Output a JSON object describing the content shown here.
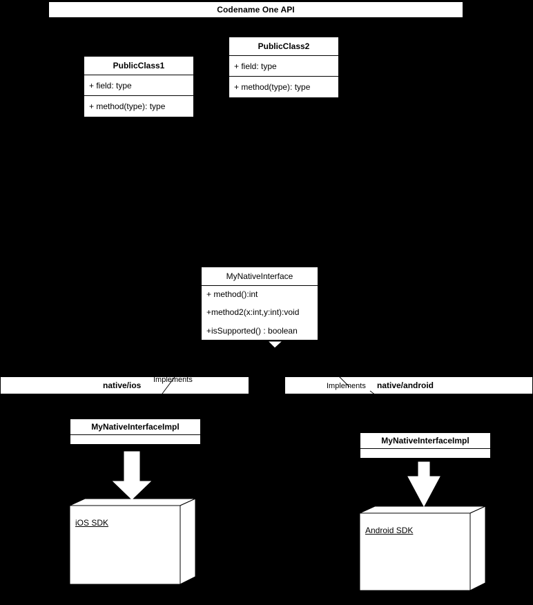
{
  "diagram": {
    "title": "Codename One API",
    "background_color": "#000000",
    "shape_fill": "#ffffff",
    "stroke_color": "#000000"
  },
  "banner": {
    "label": "Codename One API"
  },
  "public_class_1": {
    "title": "PublicClass1",
    "field": "+ field: type",
    "method": "+ method(type): type"
  },
  "public_class_2": {
    "title": "PublicClass2",
    "field": "+ field: type",
    "method": "+ method(type): type"
  },
  "native_interface": {
    "title": "MyNativeInterface",
    "methods": [
      "+ method():int",
      "+method2(x:int,y:int):void",
      "+isSupported() : boolean"
    ]
  },
  "ios_package": {
    "label": "native/ios",
    "implements_label": "Implements"
  },
  "android_package": {
    "label": "native/android",
    "implements_label": "Implements"
  },
  "ios_impl": {
    "title": "MyNativeInterfaceImpl",
    "body": ""
  },
  "android_impl": {
    "title": "MyNativeInterfaceImpl",
    "body": ""
  },
  "ios_sdk": {
    "label": "iOS SDK"
  },
  "android_sdk": {
    "label": "Android SDK"
  }
}
